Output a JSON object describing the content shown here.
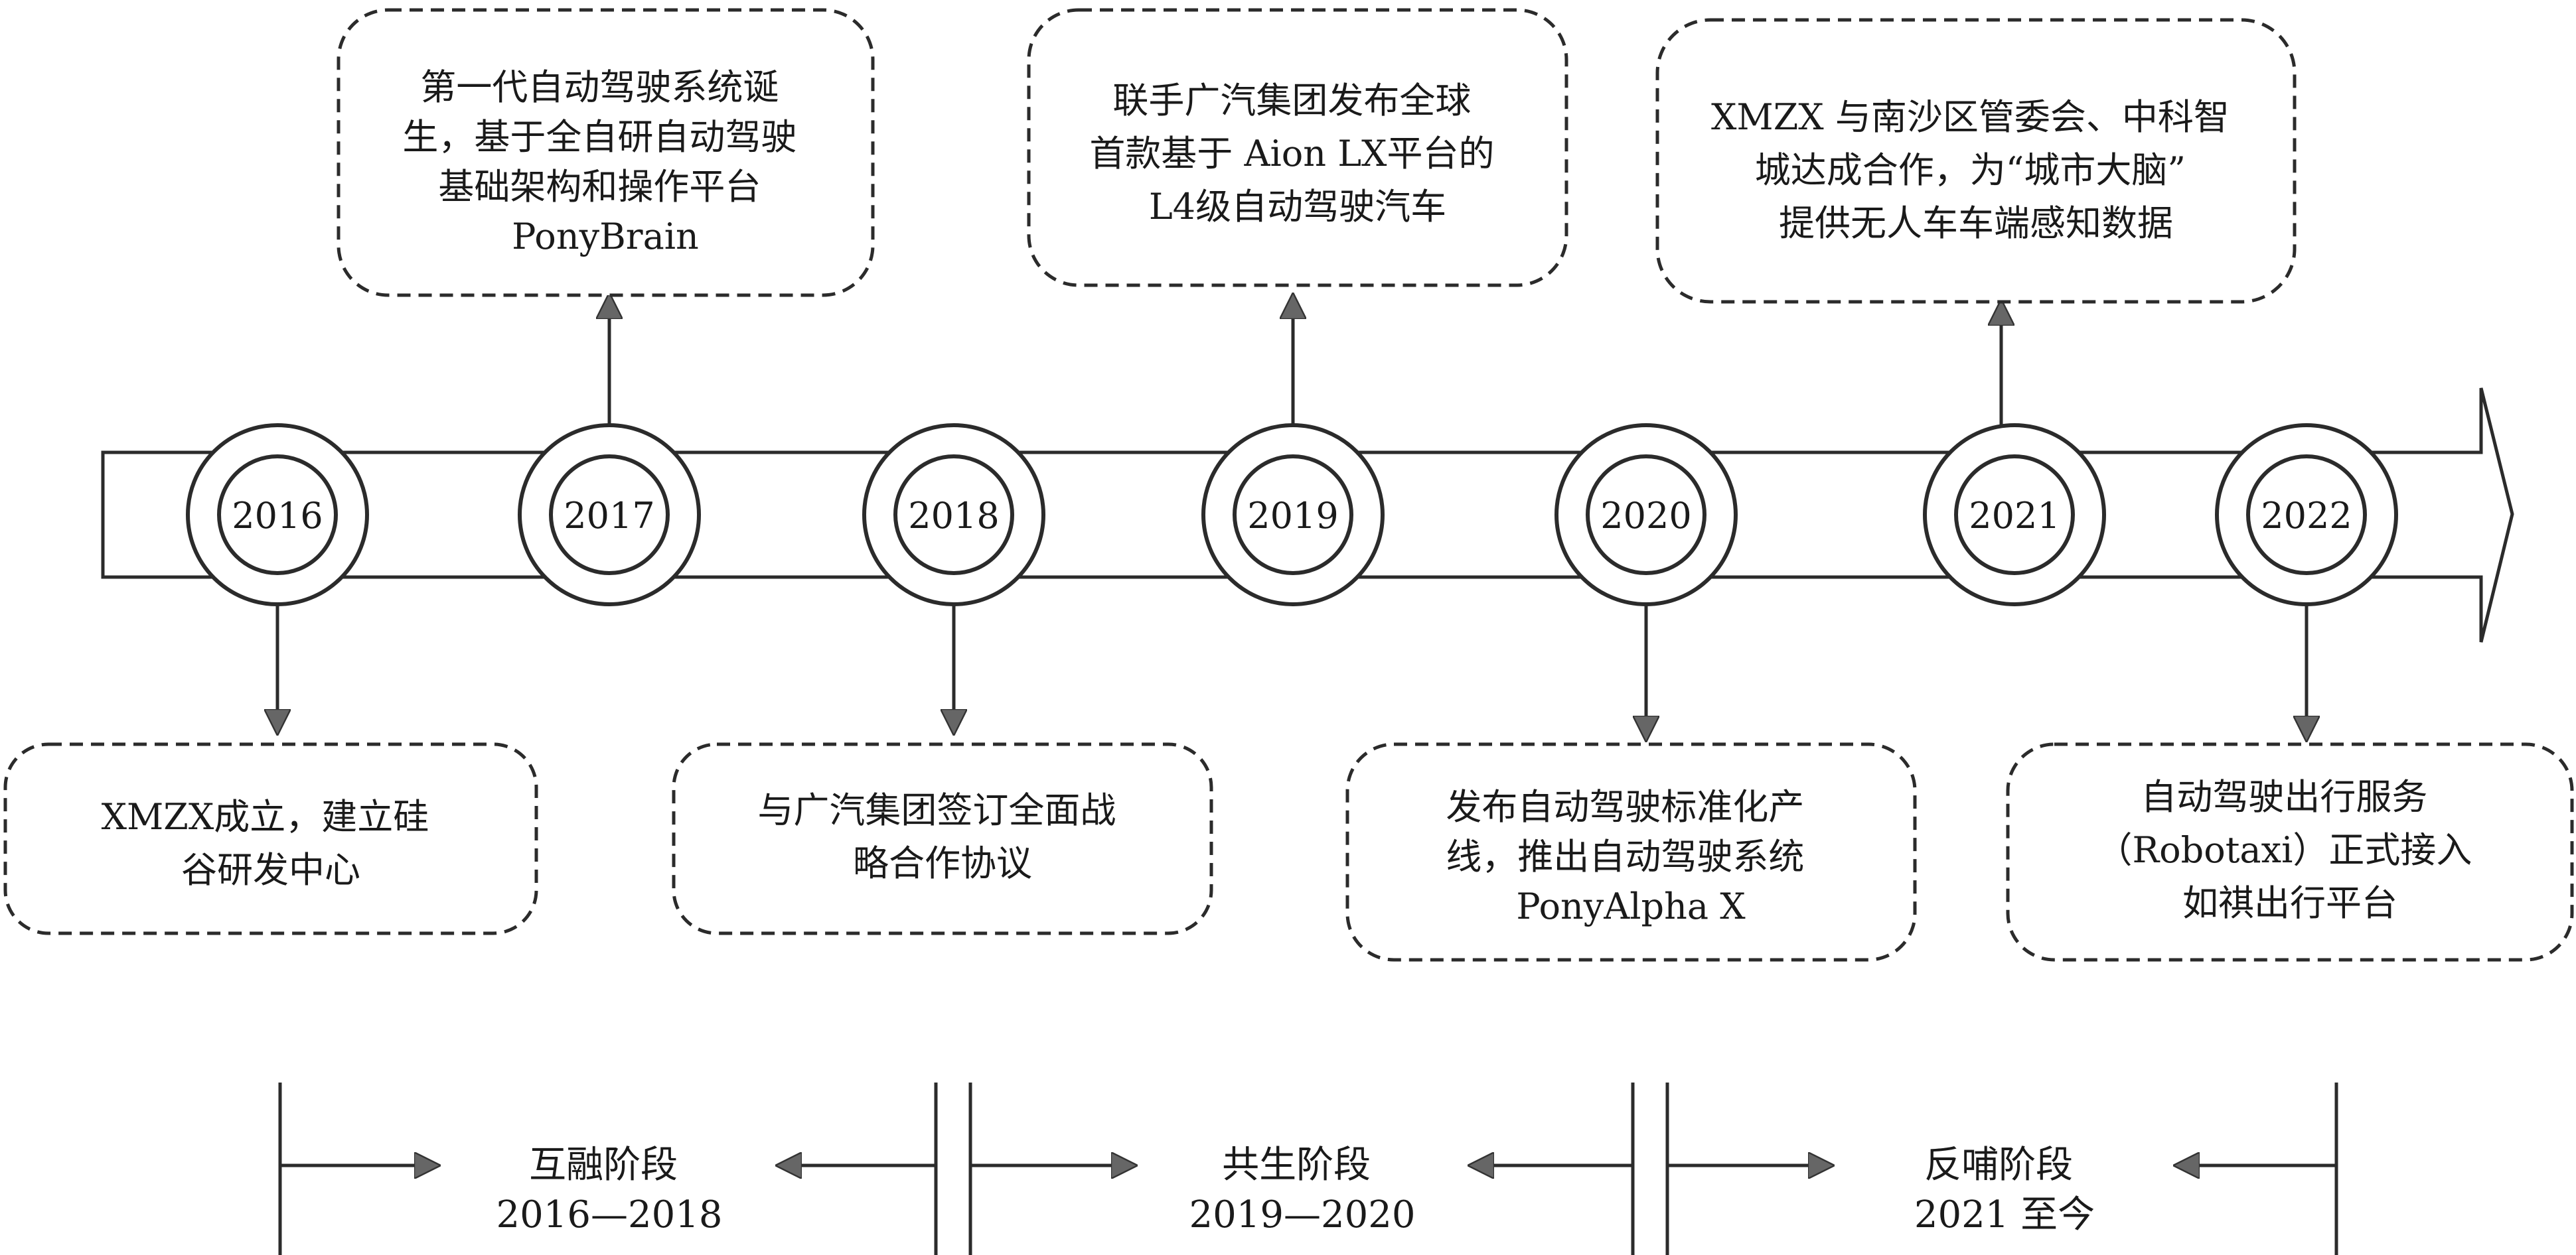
{
  "timeline": {
    "years": [
      "2016",
      "2017",
      "2018",
      "2019",
      "2020",
      "2021",
      "2022"
    ]
  },
  "events": [
    {
      "year": "2016",
      "lines": [
        "XMZX成立，建立硅",
        "谷研发中心"
      ]
    },
    {
      "year": "2017",
      "lines": [
        "第一代自动驾驶系统诞",
        "生，基于全自研自动驾驶",
        "基础架构和操作平台",
        "PonyBrain"
      ]
    },
    {
      "year": "2018",
      "lines": [
        "与广汽集团签订全面战",
        "略合作协议"
      ]
    },
    {
      "year": "2019",
      "lines": [
        "联手广汽集团发布全球",
        "首款基于 Aion LX平台的",
        "L4级自动驾驶汽车"
      ]
    },
    {
      "year": "2020",
      "lines": [
        "发布自动驾驶标准化产",
        "线，推出自动驾驶系统",
        "PonyAlpha X"
      ]
    },
    {
      "year": "2021",
      "lines": [
        "XMZX 与南沙区管委会、中科智",
        "城达成合作，为“城市大脑”",
        "提供无人车车端感知数据"
      ]
    },
    {
      "year": "2022",
      "lines": [
        "自动驾驶出行服务",
        "（Robotaxi）正式接入",
        "如祺出行平台"
      ]
    }
  ],
  "phases": [
    {
      "name": "互融阶段",
      "period": "2016—2018"
    },
    {
      "name": "共生阶段",
      "period": "2019—2020"
    },
    {
      "name": "反哺阶段",
      "period": "2021 至今"
    }
  ]
}
